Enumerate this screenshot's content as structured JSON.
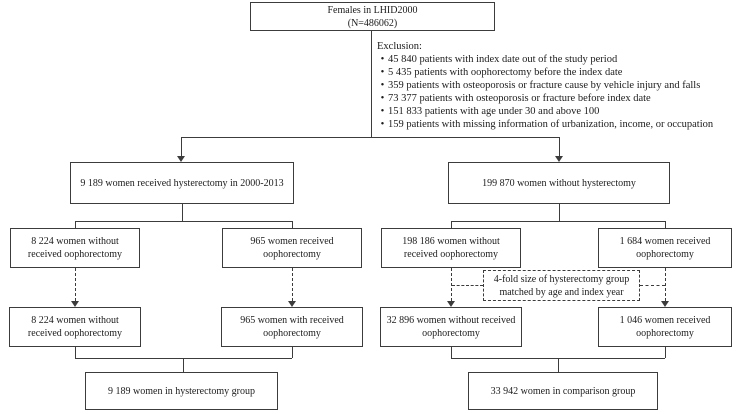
{
  "diagram": {
    "top_box": {
      "line1": "Females in LHID2000",
      "line2": "(N=486062)"
    },
    "exclusion": {
      "heading": "Exclusion:",
      "bullet": "•",
      "items": [
        "45 840 patients with index date out of the study period",
        "5 435 patients with oophorectomy before the index date",
        "359 patients with osteoporosis or fracture cause by vehicle injury and falls",
        "73 377 patients with osteoporosis or fracture before index date",
        "151 833 patients with age under 30 and above 100",
        "159 patients with missing information of urbanization, income, or occupation"
      ]
    },
    "row2": {
      "left": "9 189 women received hysterectomy in 2000-2013",
      "right": "199 870 women without hysterectomy"
    },
    "row3": {
      "box1": "8 224 women without received oophorectomy",
      "box2": "965 women received oophorectomy",
      "box3": "198 186 women without received oophorectomy",
      "box4": "1 684 women received oophorectomy"
    },
    "match_box": {
      "line1": "4-fold size of hysterectomy group",
      "line2": "matched by age and index year"
    },
    "row4": {
      "box1": "8 224 women without received oophorectomy",
      "box2": "965 women with received oophorectomy",
      "box3": "32 896 women without received oophorectomy",
      "box4": "1 046 women received oophorectomy"
    },
    "row5": {
      "left": "9 189 women in hysterectomy group",
      "right": "33 942 women in comparison group"
    },
    "colors": {
      "line": "#3c3c3c",
      "text": "#1c1c1c",
      "background": "#ffffff"
    }
  }
}
